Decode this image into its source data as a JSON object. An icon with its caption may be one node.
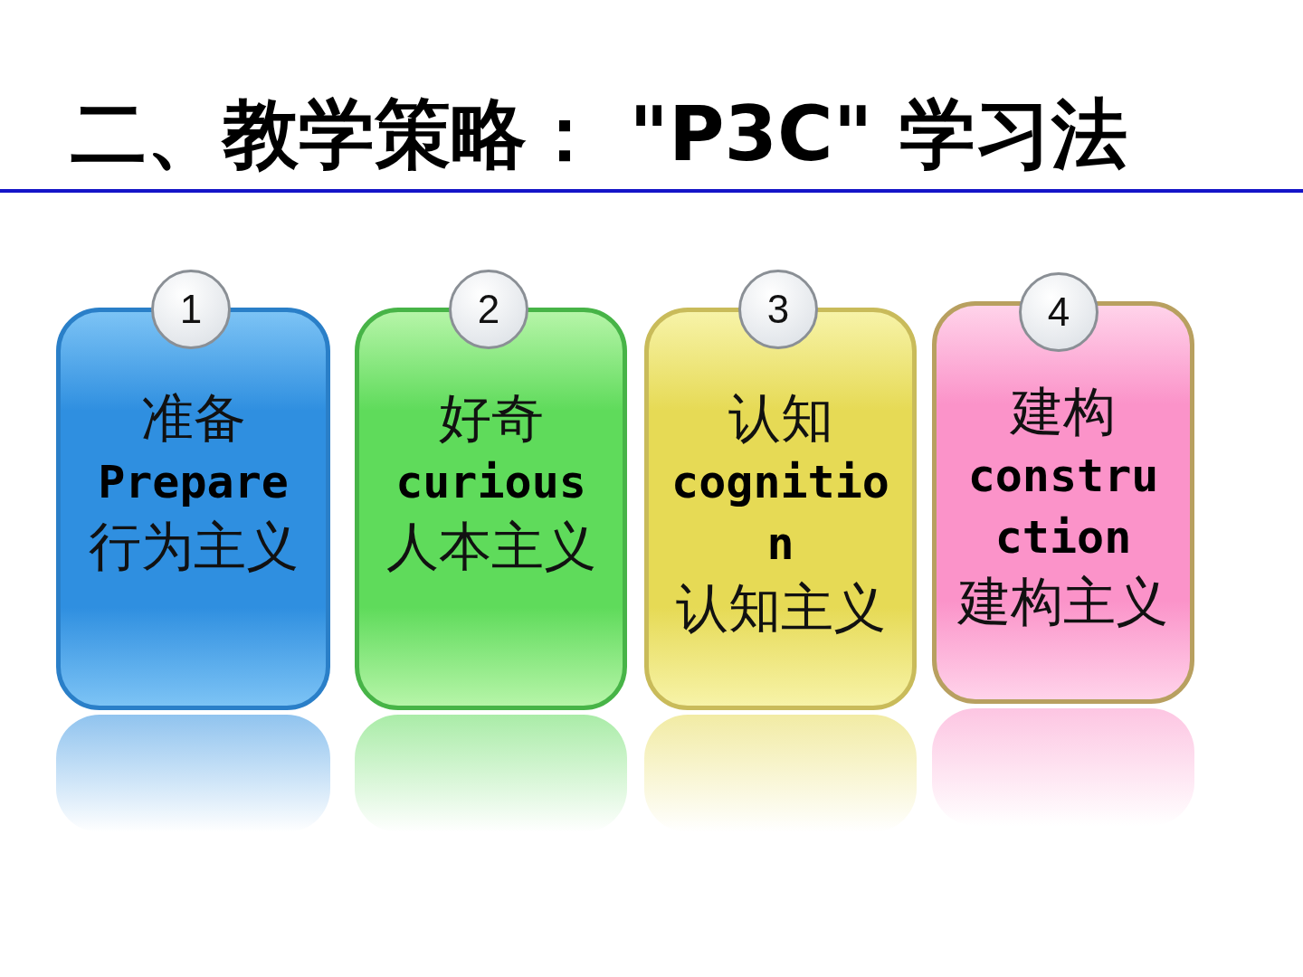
{
  "diagram": {
    "title": "二、教学策略： \"P3C\" 学习法",
    "nodes": [
      {
        "text": [
          "1"
        ]
      },
      {
        "text": [
          "准备",
          "Prepare",
          "行为主义"
        ]
      },
      {
        "text": [
          "2"
        ]
      },
      {
        "text": [
          "好奇",
          "curious",
          "人本主义"
        ]
      },
      {
        "text": [
          "3"
        ]
      },
      {
        "text": [
          "认知",
          "cognition",
          "认知主义"
        ]
      },
      {
        "text": [
          "4"
        ]
      },
      {
        "text": [
          "建构",
          "construction",
          "建构主义"
        ]
      }
    ]
  }
}
